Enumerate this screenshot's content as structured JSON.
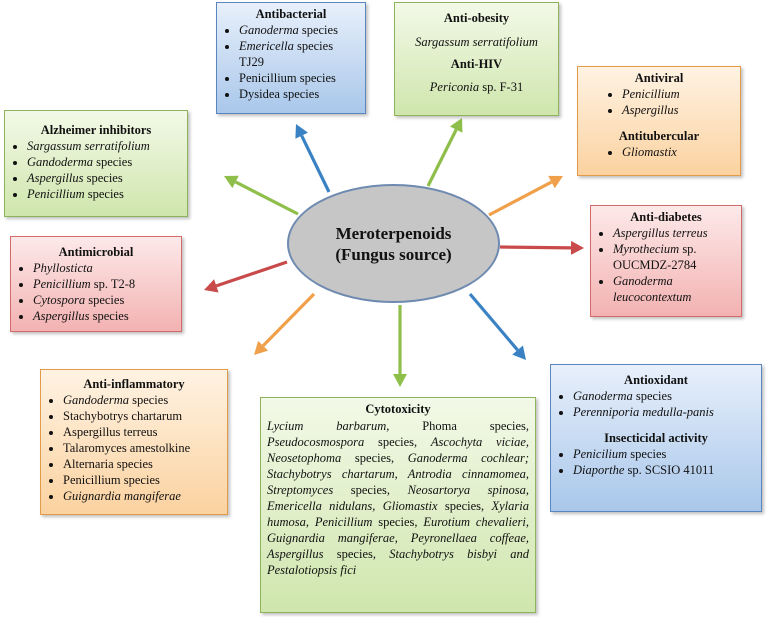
{
  "center": {
    "line1": "Meroterpenoids",
    "line2": "(Fungus source)"
  },
  "arrow_colors": {
    "green": "#8fbf4a",
    "blue": "#3b82c4",
    "orange": "#f0a04b",
    "red": "#c94a4a"
  },
  "boxes": {
    "antibacterial": {
      "title": "Antibacterial",
      "items": [
        {
          "it": "Ganoderma",
          "rest": " species"
        },
        {
          "it": "Emericella",
          "rest": " species TJ29"
        },
        {
          "it": "",
          "rest": "Penicillium species"
        },
        {
          "it": "",
          "rest": "Dysidea species"
        }
      ]
    },
    "antiobesity": {
      "title": "Anti-obesity",
      "item": "Sargassum serratifolium",
      "title2": "Anti-HIV",
      "item2_it": "Periconia",
      "item2_rest": " sp. F-31"
    },
    "antiviral": {
      "title": "Antiviral",
      "items": [
        "Penicillium",
        "Aspergillus"
      ],
      "title2": "Antitubercular",
      "items2": [
        "Gliomastix"
      ]
    },
    "alzheimer": {
      "title": "Alzheimer inhibitors",
      "items": [
        {
          "it": "Sargassum serratifolium",
          "rest": ""
        },
        {
          "it": "Gandoderma",
          "rest": " species"
        },
        {
          "it": "Aspergillus",
          "rest": " species"
        },
        {
          "it": "Penicillium",
          "rest": " species"
        }
      ]
    },
    "antidiabetes": {
      "title": "Anti-diabetes",
      "items": [
        {
          "it": "Aspergillus terreus",
          "rest": ""
        },
        {
          "it": "Myrothecium",
          "rest": " sp. OUCMDZ-2784"
        },
        {
          "it": "Ganoderma leucocontextum",
          "rest": ""
        }
      ]
    },
    "antimicrobial": {
      "title": "Antimicrobial",
      "items": [
        {
          "it": "Phyllosticta",
          "rest": ""
        },
        {
          "it": "Penicillium",
          "rest": " sp. T2-8"
        },
        {
          "it": "Cytospora",
          "rest": " species"
        },
        {
          "it": "Aspergillus",
          "rest": " species"
        }
      ]
    },
    "antiinflammatory": {
      "title": "Anti-inflammatory",
      "items": [
        {
          "it": "Gandoderma",
          "rest": " species"
        },
        {
          "it": "",
          "rest": "Stachybotrys chartarum"
        },
        {
          "it": "",
          "rest": "Aspergillus terreus"
        },
        {
          "it": "",
          "rest": "Talaromyces amestolkine"
        },
        {
          "it": "",
          "rest": "Alternaria species"
        },
        {
          "it": "",
          "rest": "Penicillium species"
        },
        {
          "it": "Guignardia mangiferae",
          "rest": ""
        }
      ]
    },
    "cytotoxicity": {
      "title": "Cytotoxicity",
      "segments": [
        {
          "it": "Lycium barbarum,",
          "rest": " Phoma species, "
        },
        {
          "it": "Pseudocosmospora",
          "rest": " species, "
        },
        {
          "it": "Ascochyta viciae, Neosetophoma",
          "rest": " species, "
        },
        {
          "it": "Ganoderma cochlear; Stachybotrys chartarum, Antrodia cinnamomea, Streptomyces",
          "rest": " species, "
        },
        {
          "it": "Neosartorya spinosa, Emericella nidulans, Gliomastix",
          "rest": " species, "
        },
        {
          "it": "Xylaria humosa, Penicillium",
          "rest": " species, "
        },
        {
          "it": "Eurotium chevalieri, Guignardia mangiferae, Peyronellaea coffeae, Aspergillus",
          "rest": " species, "
        },
        {
          "it": "Stachybotrys bisbyi and Pestalotiopsis fici",
          "rest": ""
        }
      ]
    },
    "antioxidant": {
      "title": "Antioxidant",
      "items": [
        {
          "it": "Ganoderma",
          "rest": " species"
        },
        {
          "it": "Perenniporia medulla-panis",
          "rest": ""
        }
      ],
      "title2": "Insecticidal activity",
      "items2": [
        {
          "it": "Penicilium",
          "rest": " species"
        },
        {
          "it": "Diaporthe",
          "rest": " sp. SCSIO 41011"
        }
      ]
    }
  }
}
